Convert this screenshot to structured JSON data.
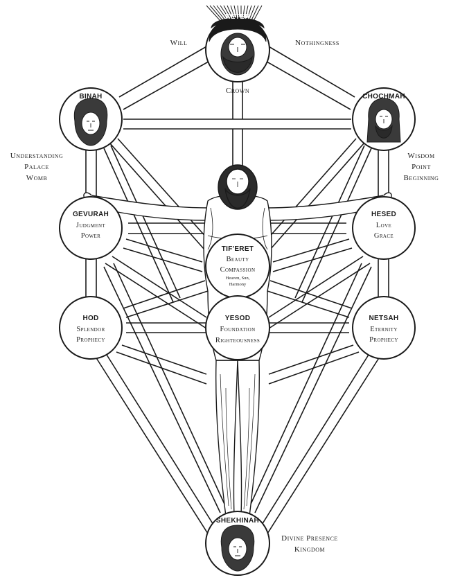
{
  "sefirot": {
    "keter": {
      "name": "KETER"
    },
    "binah": {
      "name": "BINAH"
    },
    "chochmah": {
      "name": "CHOCHMAH"
    },
    "gevurah": {
      "name": "GEVURAH",
      "line1": "Judgment",
      "line2": "Power"
    },
    "hesed": {
      "name": "HESED",
      "line1": "Love",
      "line2": "Grace"
    },
    "tiferet": {
      "name": "TIF'ERET",
      "line1": "Beauty",
      "line2": "Compassion",
      "line3": "Heaven, Sun,",
      "line4": "Harmony"
    },
    "hod": {
      "name": "HOD",
      "line1": "Splendor",
      "line2": "Prophecy"
    },
    "netsah": {
      "name": "NETSAH",
      "line1": "Eternity",
      "line2": "Prophecy"
    },
    "yesod": {
      "name": "YESOD",
      "line1": "Foundation",
      "line2": "Righteousness"
    },
    "shekhinah": {
      "name": "SHEKHINAH"
    }
  },
  "side_labels": {
    "will": "Will",
    "nothingness": "Nothingness",
    "crown": "Crown",
    "understanding": "Understanding",
    "palace": "Palace",
    "womb": "Womb",
    "wisdom": "Wisdom",
    "point": "Point",
    "beginning": "Beginning",
    "divine_presence": "Divine Presence",
    "kingdom": "Kingdom"
  },
  "colors": {
    "ink": "#1a1a1a",
    "paper": "#ffffff"
  }
}
